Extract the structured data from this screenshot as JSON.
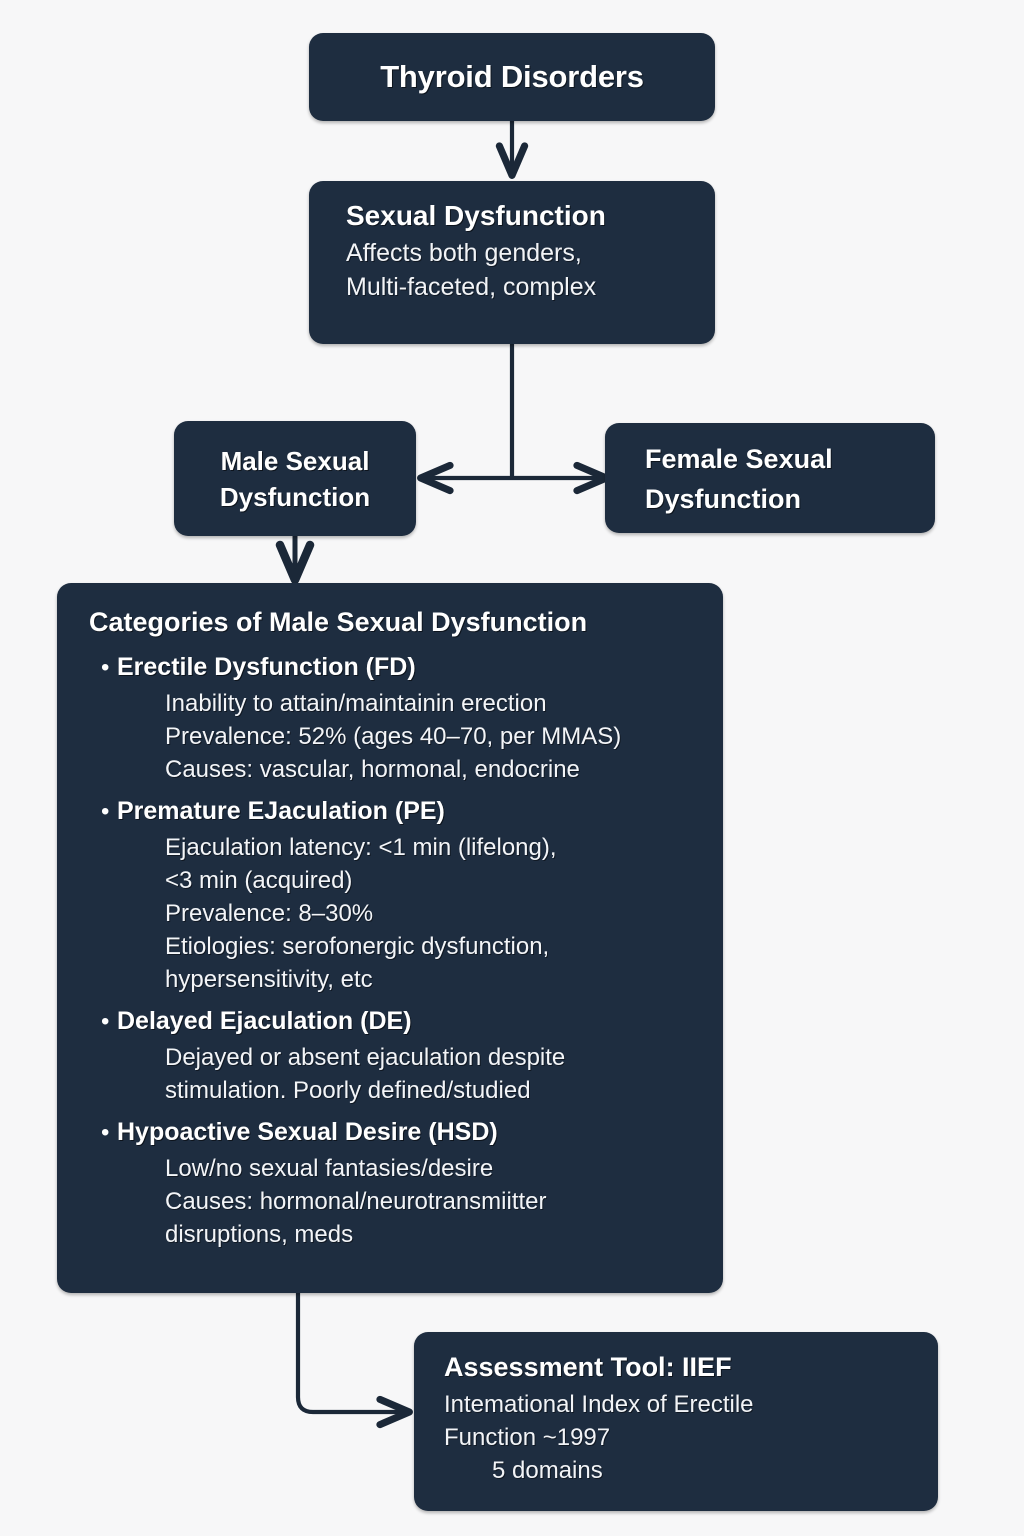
{
  "meta": {
    "background_color": "#f7f7f8",
    "node_fill_color": "#1e2d40",
    "edge_color": "#1b2838",
    "text_color": "#ffffff"
  },
  "nodes": {
    "thyroid": {
      "title": "Thyroid Disorders"
    },
    "sexual_dysfunction": {
      "title": "Sexual Dysfunction",
      "sub_line_1": "Affects both genders,",
      "sub_line_2": "Multi-faceted, complex"
    },
    "male": {
      "title": "Male Sexual Dysfunction"
    },
    "female": {
      "title": "Female Sexual Dysfunction"
    },
    "categories": {
      "heading": "Categories of Male Sexual Dysfunction",
      "bullet_glyph": "•",
      "items": [
        {
          "label": "Erectile Dysfunction (FD)",
          "lines": [
            "Inability to attain/maintainin erection",
            "Prevalence: 52% (ages 40–70, per MMAS)",
            "Causes: vascular, hormonal, endocrine"
          ]
        },
        {
          "label": "Premature EJaculation (PE)",
          "lines": [
            "Ejaculation latency: <1 min (lifelong),",
            "<3 min (acquired)",
            "Prevalence: 8–30%",
            "Etiologies: serofonergic dysfunction,",
            "hypersensitivity, etc"
          ]
        },
        {
          "label": "Delayed Ejaculation (DE)",
          "lines": [
            "Dejayed or absent ejaculation despite",
            "stimulation. Poorly defined/studied"
          ]
        },
        {
          "label": "Hypoactive Sexual Desire (HSD)",
          "lines": [
            "Low/no sexual fantasies/desire",
            "Causes: hormonal/neurotransmiitter",
            "disruptions, meds"
          ]
        }
      ]
    },
    "assessment": {
      "title": "Assessment Tool: IIEF",
      "sub_line_1": "Intemational Index of Erectile",
      "sub_line_2": "Function ~1997",
      "sub_line_3": "5 domains"
    }
  },
  "edges": [
    {
      "name": "thyroid-to-sexual-dysfunction",
      "type": "arrow-down"
    },
    {
      "name": "sexual-dysfunction-to-gender-split",
      "type": "line-down-into-bidirectional-arrow"
    },
    {
      "name": "male-to-female-bidirectional",
      "type": "double-arrow-horizontal"
    },
    {
      "name": "male-to-categories",
      "type": "arrow-down"
    },
    {
      "name": "categories-to-assessment",
      "type": "elbow-arrow-right"
    }
  ]
}
